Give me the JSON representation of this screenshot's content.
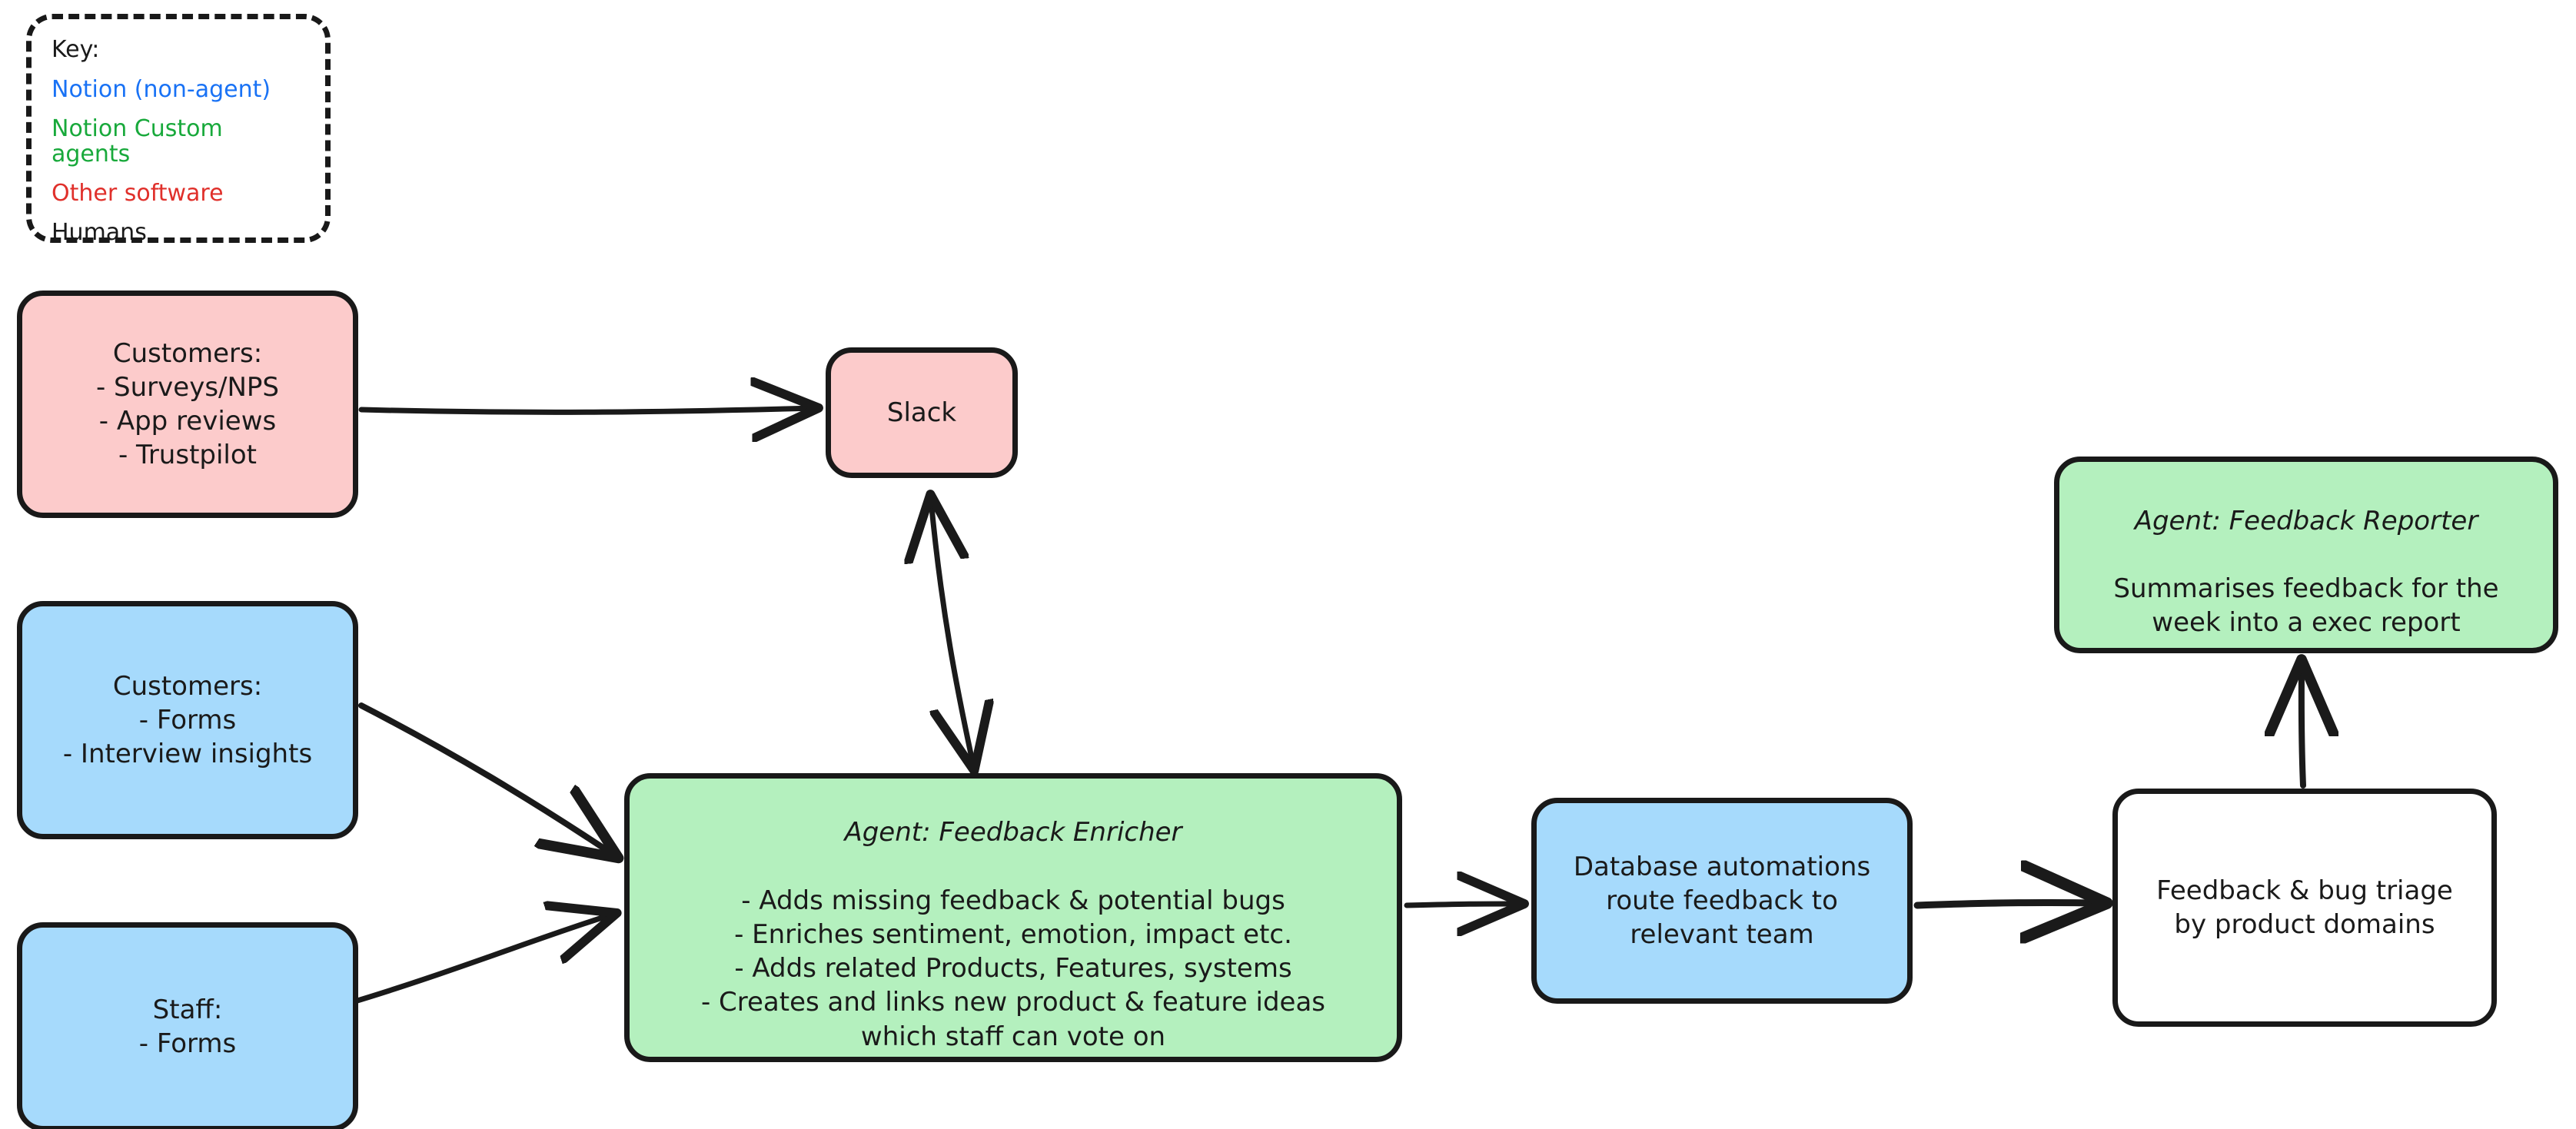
{
  "key": {
    "title": "Key:",
    "entries": [
      {
        "label": "Notion (non-agent)",
        "color": "#1972F5"
      },
      {
        "label": "Notion Custom agents",
        "color": "#18A93B"
      },
      {
        "label": "Other software",
        "color": "#E0302B"
      },
      {
        "label": "Humans",
        "color": "#1A1A1A"
      }
    ]
  },
  "palette": {
    "pink": "#FCCBCB",
    "blue": "#A6DAFC",
    "green": "#B4F0BE",
    "white": "#FFFFFF",
    "stroke": "#191919"
  },
  "nodes": {
    "customers_pink": {
      "title": "Customers:",
      "lines": [
        "- Surveys/NPS",
        "- App reviews",
        "- Trustpilot"
      ],
      "text": "Customers:\n- Surveys/NPS\n- App reviews\n- Trustpilot",
      "fill": "pink"
    },
    "slack": {
      "text": "Slack",
      "fill": "pink"
    },
    "customers_blue": {
      "title": "Customers:",
      "lines": [
        "- Forms",
        "- Interview insights"
      ],
      "text": "Customers:\n- Forms\n- Interview insights",
      "fill": "blue"
    },
    "staff": {
      "title": "Staff:",
      "lines": [
        "- Forms"
      ],
      "text": "Staff:\n- Forms",
      "fill": "blue"
    },
    "feedback_enricher": {
      "title": "Agent: Feedback Enricher",
      "lines": [
        "- Adds missing feedback & potential bugs",
        "- Enriches sentiment, emotion, impact etc.",
        "- Adds related Products, Features, systems",
        "- Creates and links new product & feature ideas",
        "which staff can vote on"
      ],
      "body": "- Adds missing feedback & potential bugs\n- Enriches sentiment, emotion, impact etc.\n- Adds related Products, Features, systems\n- Creates and links new product & feature ideas\nwhich staff can vote on",
      "fill": "green"
    },
    "database_automations": {
      "text": "Database automations\nroute feedback to\nrelevant team",
      "fill": "blue"
    },
    "triage": {
      "text": "Feedback & bug triage\nby product domains",
      "fill": "white"
    },
    "feedback_reporter": {
      "title": "Agent: Feedback Reporter",
      "body": "Summarises feedback for the\nweek into a exec report",
      "fill": "green"
    }
  },
  "edges": [
    {
      "name": "customers-pink-to-slack",
      "from": "customers_pink",
      "to": "slack",
      "direction": "forward"
    },
    {
      "name": "slack-to-feedback-enricher",
      "from": "slack",
      "to": "feedback_enricher",
      "direction": "both"
    },
    {
      "name": "customers-blue-to-feedback-enricher",
      "from": "customers_blue",
      "to": "feedback_enricher",
      "direction": "forward"
    },
    {
      "name": "staff-to-feedback-enricher",
      "from": "staff",
      "to": "feedback_enricher",
      "direction": "forward"
    },
    {
      "name": "feedback-enricher-to-database-automations",
      "from": "feedback_enricher",
      "to": "database_automations",
      "direction": "forward"
    },
    {
      "name": "database-automations-to-triage",
      "from": "database_automations",
      "to": "triage",
      "direction": "forward"
    },
    {
      "name": "triage-to-feedback-reporter",
      "from": "triage",
      "to": "feedback_reporter",
      "direction": "forward"
    }
  ]
}
